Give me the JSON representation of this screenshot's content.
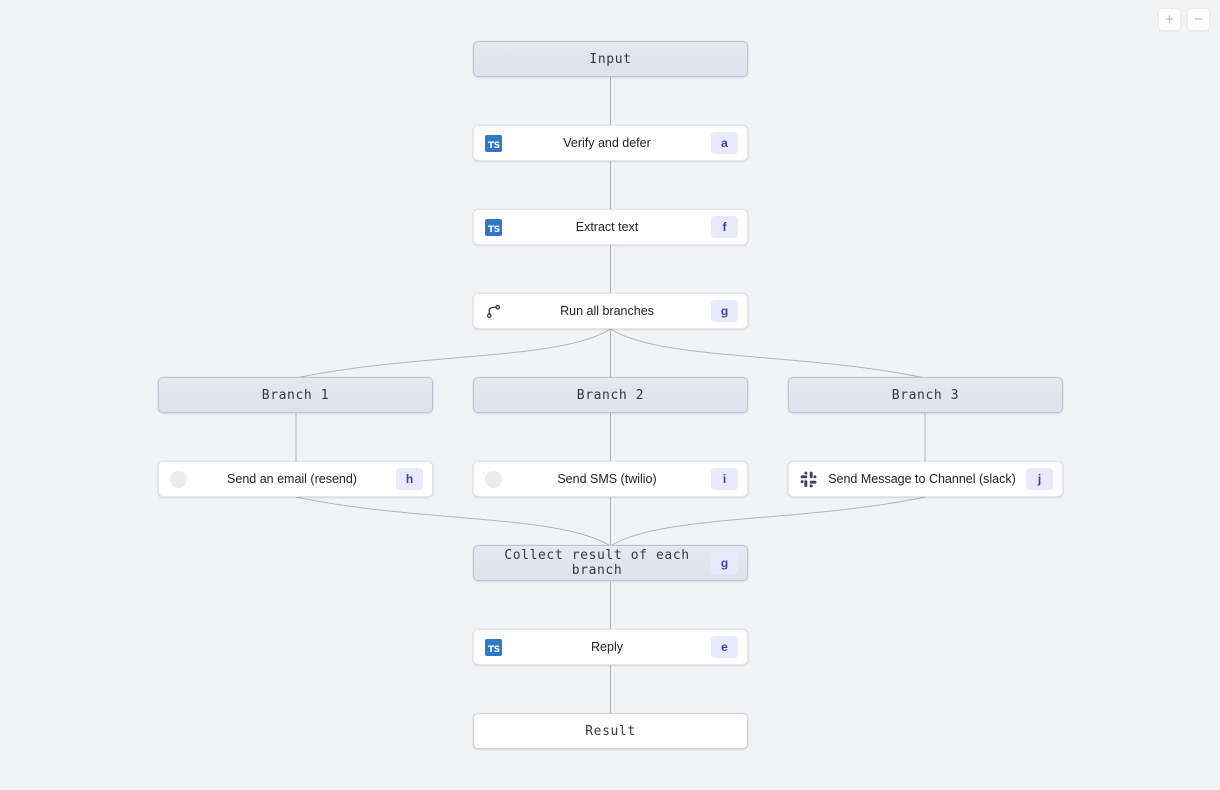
{
  "canvas": {
    "background": "#f1f3f5",
    "edge_color": "#b0b4b9"
  },
  "zoom_controls": {
    "zoom_in": "+",
    "zoom_out": "−"
  },
  "colors": {
    "badge_bg": "#e8e9fb",
    "badge_text": "#40409a",
    "terminal_bg": "#dce3ec",
    "terminal_border": "#bfc6cf",
    "step_bg": "#ffffff",
    "ts_blue": "#3178c6",
    "slack_icon": "#3f4550"
  },
  "flow": {
    "input": {
      "label": "Input",
      "kind": "terminal"
    },
    "result": {
      "label": "Result",
      "kind": "terminal"
    },
    "steps": [
      {
        "label": "Verify and defer",
        "badge": "a",
        "icon": "typescript-icon"
      },
      {
        "label": "Extract text",
        "badge": "f",
        "icon": "typescript-icon"
      },
      {
        "label": "Run all branches",
        "badge": "g",
        "icon": "git-branch-icon"
      },
      {
        "label": "Reply",
        "badge": "e",
        "icon": "typescript-icon"
      }
    ],
    "branches": [
      {
        "header": "Branch 1",
        "action": {
          "label": "Send an email (resend)",
          "badge": "h",
          "icon": "resend-icon"
        }
      },
      {
        "header": "Branch 2",
        "action": {
          "label": "Send SMS (twilio)",
          "badge": "i",
          "icon": "twilio-icon"
        }
      },
      {
        "header": "Branch 3",
        "action": {
          "label": "Send Message to Channel (slack)",
          "badge": "j",
          "icon": "slack-icon"
        }
      }
    ],
    "collect": {
      "label": "Collect result of each branch",
      "badge": "g"
    }
  }
}
